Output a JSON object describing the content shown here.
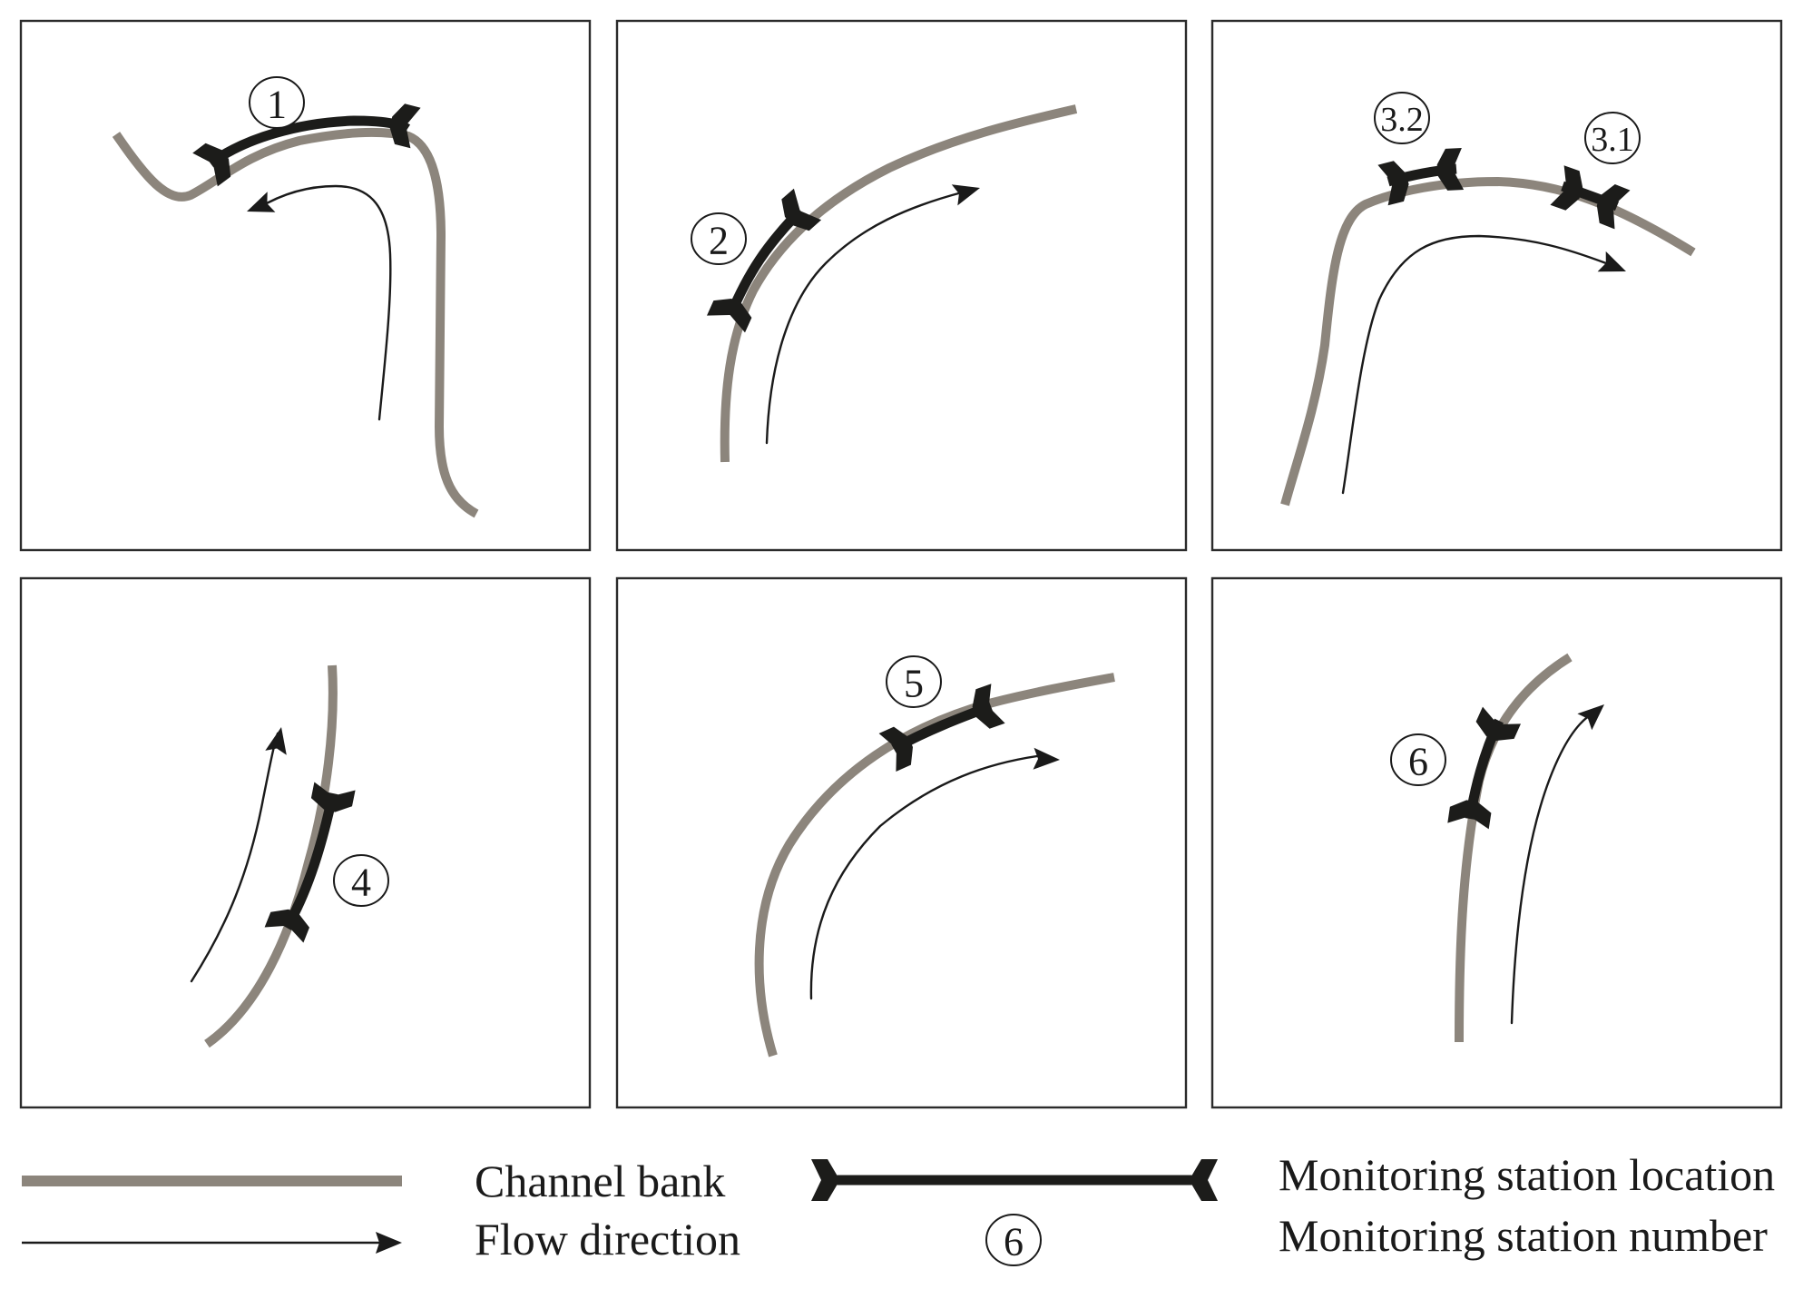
{
  "figure": {
    "panels": [
      {
        "id": "panel-1",
        "stations": [
          {
            "label": "1"
          }
        ],
        "flow_direction": "right-to-left (upstream bend around to left)"
      },
      {
        "id": "panel-2",
        "stations": [
          {
            "label": "2"
          }
        ],
        "flow_direction": "bottom to upper-right"
      },
      {
        "id": "panel-3",
        "stations": [
          {
            "label": "3.2"
          },
          {
            "label": "3.1"
          }
        ],
        "flow_direction": "bottom-left to right"
      },
      {
        "id": "panel-4",
        "stations": [
          {
            "label": "4"
          }
        ],
        "flow_direction": "bottom to top"
      },
      {
        "id": "panel-5",
        "stations": [
          {
            "label": "5"
          }
        ],
        "flow_direction": "bottom-left to upper-right"
      },
      {
        "id": "panel-6",
        "stations": [
          {
            "label": "6"
          }
        ],
        "flow_direction": "bottom to top-right"
      }
    ]
  },
  "legend": {
    "channel_bank": "Channel bank",
    "flow_direction": "Flow direction",
    "station_location": "Monitoring station location",
    "station_number": "Monitoring station number",
    "station_number_example": "6"
  },
  "colors": {
    "channel_bank": "#8c857c",
    "station": "#1c1c1a",
    "flow": "#1a1a1a",
    "frame": "#2b2b2b"
  }
}
